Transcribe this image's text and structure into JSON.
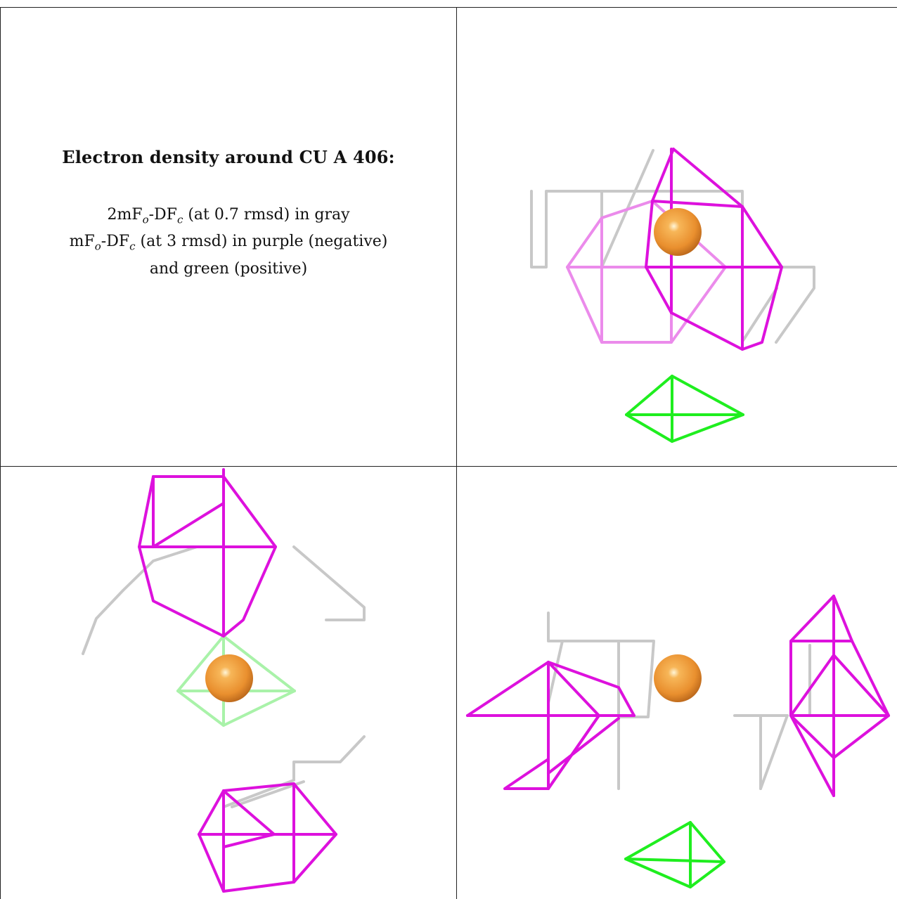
{
  "caption": {
    "title": "Electron density around CU A 406:",
    "line1_prefix": "2mF",
    "line1_sub1": "o",
    "line1_mid": "-DF",
    "line1_sub2": "c",
    "line1_suffix": " (at 0.7 rmsd) in gray",
    "line2_prefix": "mF",
    "line2_sub1": "o",
    "line2_mid": "-DF",
    "line2_sub2": "c",
    "line2_suffix": " (at 3 rmsd) in purple (negative)",
    "line3": "and green (positive)"
  },
  "colors": {
    "gray_map": "#c8c8c8",
    "gray_map_dark": "#8f8f8f",
    "negative_map": "#dd11dd",
    "negative_map_light": "#eb8beb",
    "negative_map_dark": "#a3179d",
    "positive_map": "#1fee1f",
    "positive_map_light": "#a9f2a9",
    "copper_atom": "#e98f2e",
    "border": "#222222"
  },
  "panels": [
    {
      "view": "view-1",
      "atom": "CU A 406"
    },
    {
      "view": "view-2",
      "atom": "CU A 406"
    },
    {
      "view": "view-3",
      "atom": "CU A 406"
    }
  ]
}
